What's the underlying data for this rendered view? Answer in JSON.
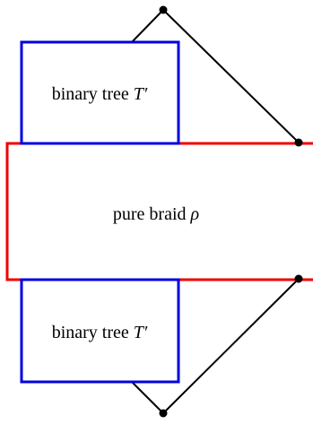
{
  "diagram": {
    "top_tree": {
      "label_text": "binary tree ",
      "label_symbol": "T′",
      "border_color": "#0000dd"
    },
    "braid": {
      "label_text": "pure braid ",
      "label_symbol": "ρ",
      "border_color": "#ee0000"
    },
    "bottom_tree": {
      "label_text": "binary tree ",
      "label_symbol": "T′",
      "border_color": "#0000dd"
    },
    "edge_color": "#000000",
    "node_color": "#000000"
  }
}
